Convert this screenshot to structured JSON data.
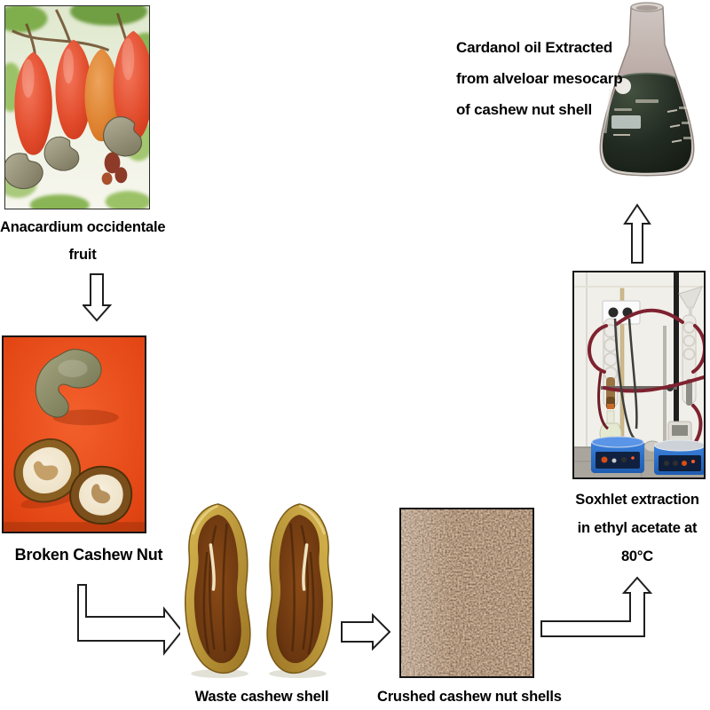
{
  "colors": {
    "background": "#ffffff",
    "caption_text": "#000000",
    "arrow_fill": "#ffffff",
    "arrow_outline": "#1f1f1f",
    "photo_border": "#151515",
    "broken_nut_background": "#e84a16",
    "waste_shell_rim": "#c9a23c",
    "waste_shell_interior": "#6b3a14",
    "crushed_shell_base": "#55402f",
    "hotplate_blue": "#2e6fca",
    "tubing_red": "#7e2230",
    "cardanol_oil": "#1b211c"
  },
  "steps": {
    "fruit": {
      "photo": "cashew-tree-fruits-photo",
      "caption": [
        "Anacardium occidentale",
        "fruit"
      ]
    },
    "broken": {
      "photo": "broken-cashew-nut-photo",
      "caption": [
        "Broken Cashew Nut"
      ]
    },
    "waste": {
      "photo": "waste-cashew-shell-photo",
      "caption": [
        "Waste cashew shell"
      ]
    },
    "crushed": {
      "photo": "crushed-cashew-shells-photo",
      "caption": [
        "Crushed cashew nut shells"
      ]
    },
    "soxhlet": {
      "photo": "soxhlet-apparatus-photo",
      "caption": [
        "Soxhlet extraction",
        "in ethyl acetate at",
        "80°C"
      ]
    },
    "cardanol": {
      "photo": "cardanol-oil-flask-photo",
      "caption": [
        "Cardanol oil Extracted",
        "from alveloar mesocarp",
        "of cashew nut shell"
      ]
    }
  },
  "flow": [
    {
      "from": "fruit",
      "to": "broken",
      "arrow": "down"
    },
    {
      "from": "broken",
      "to": "waste",
      "arrow": "down-then-right"
    },
    {
      "from": "waste",
      "to": "crushed",
      "arrow": "right"
    },
    {
      "from": "crushed",
      "to": "soxhlet",
      "arrow": "right-then-up"
    },
    {
      "from": "soxhlet",
      "to": "cardanol",
      "arrow": "up"
    }
  ]
}
